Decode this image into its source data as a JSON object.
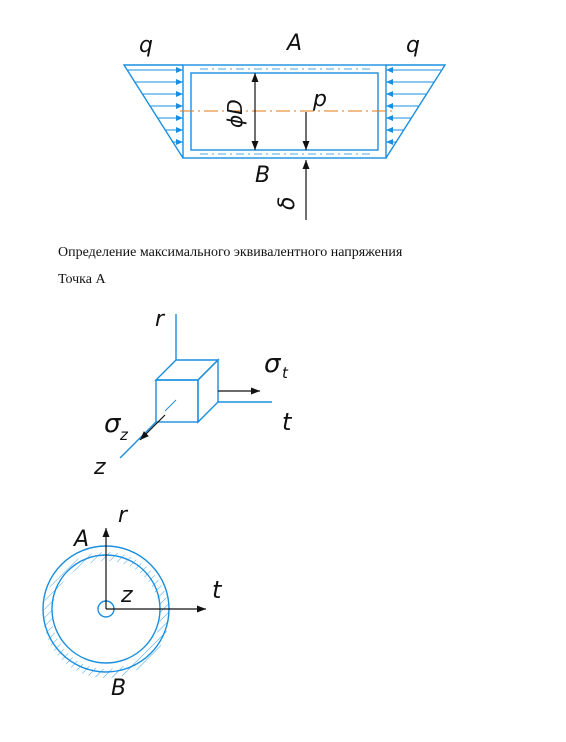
{
  "top_figure": {
    "label_q_left": "q",
    "label_q_right": "q",
    "label_A": "A",
    "label_B": "B",
    "label_p": "p",
    "label_diameter": "ϕD",
    "label_delta": "δ"
  },
  "text": {
    "heading": "Определение максимального эквивалентного напряжения",
    "point_label": "Точка А"
  },
  "element_figure": {
    "label_r": "r",
    "label_sigma_t": "σ",
    "label_sigma_t_sub": "t",
    "label_t": "t",
    "label_sigma_z": "σ",
    "label_sigma_z_sub": "z",
    "label_z": "z"
  },
  "section_figure": {
    "label_A": "A",
    "label_r": "r",
    "label_z": "z",
    "label_t": "t",
    "label_B": "B"
  },
  "colors": {
    "drawing_blue": "#1a8fe0",
    "axis_orange": "#e07a1a",
    "ink": "#111111"
  }
}
